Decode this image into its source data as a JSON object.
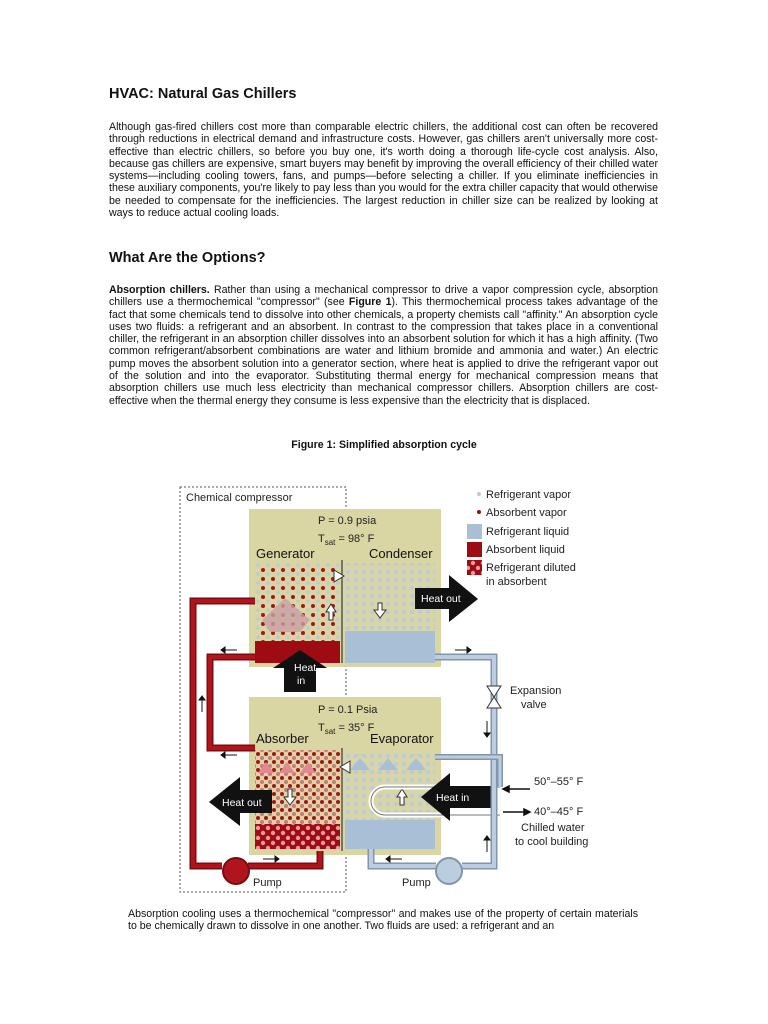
{
  "article": {
    "title": "HVAC: Natural Gas Chillers",
    "intro": "Although gas-fired chillers cost more than comparable electric chillers, the additional cost can often be recovered through reductions in electrical demand and infrastructure costs. However, gas chillers aren't universally more cost-effective than electric chillers, so before you buy one, it's worth doing a thorough life-cycle cost analysis. Also, because gas chillers are expensive, smart buyers may benefit by improving the overall efficiency of their chilled water systems—including cooling towers, fans, and pumps—before selecting a chiller. If you eliminate inefficiencies in these auxiliary components, you're likely to pay less than you would for the extra chiller capacity that would otherwise be needed to compensate for the inefficiencies. The largest reduction in chiller size can be realized by looking at ways to reduce actual cooling loads.",
    "section_heading": "What Are the Options?",
    "absorption": {
      "lead": "Absorption chillers.",
      "text_a": " Rather than using a mechanical compressor to drive a vapor compression cycle, absorption chillers use a thermochemical \"compressor\" (see ",
      "fig_ref": "Figure 1",
      "text_b": "). This thermochemical process takes advantage of the fact that some chemicals tend to dissolve into other chemicals, a property chemists call \"affinity.\" An absorption cycle uses two fluids: a refrigerant and an absorbent. In contrast to the compression that takes place in a conventional chiller, the refrigerant in an absorption chiller dissolves into an absorbent solution for which it has a high affinity. (Two common refrigerant/absorbent combinations are water and lithium bromide and ammonia and water.) An electric pump moves the absorbent solution into a generator section, where heat is applied to drive the refrigerant vapor out of the solution and into the evaporator. Substituting thermal energy for mechanical compression means that absorption chillers use much less electricity than mechanical compressor chillers. Absorption chillers are cost-effective when the thermal energy they consume is less expensive than the electricity that is displaced."
    },
    "figure_title": "Figure 1: Simplified absorption cycle",
    "caption": "Absorption cooling uses a thermochemical \"compressor\" and makes use of the property of certain materials to be chemically drawn to dissolve in one another. Two fluids are used: a refrigerant and an"
  },
  "diagram": {
    "chemical_compressor": "Chemical compressor",
    "upper_pressure": "P = 0.9 psia",
    "upper_tsat_prefix": "T",
    "upper_tsat_sub": "sat",
    "upper_tsat_value": " = 98° F",
    "generator": "Generator",
    "condenser": "Condenser",
    "lower_pressure": "P = 0.1 Psia",
    "lower_tsat_prefix": "T",
    "lower_tsat_sub": "sat",
    "lower_tsat_value": " = 35° F",
    "absorber": "Absorber",
    "evaporator": "Evaporator",
    "heat_out_top": "Heat out",
    "heat_in_mid_1": "Heat",
    "heat_in_mid_2": "in",
    "heat_out_left": "Heat out",
    "heat_in_right": "Heat in",
    "expansion_1": "Expansion",
    "expansion_2": "valve",
    "temp_supply": "50°–55° F",
    "temp_return": "40°–45° F",
    "chilled_1": "Chilled water",
    "chilled_2": "to cool building",
    "pump_left": "Pump",
    "pump_right": "Pump",
    "legend": {
      "refrigerant_vapor": "Refrigerant vapor",
      "absorbent_vapor": "Absorbent vapor",
      "refrigerant_liquid": "Refrigerant liquid",
      "absorbent_liquid": "Absorbent liquid",
      "diluted_1": "Refrigerant diluted",
      "diluted_2": "in absorbent"
    },
    "colors": {
      "box": "#d9d6a4",
      "absorbent": "#9e0b12",
      "refrigerant_liquid": "#a9bfd6",
      "refrigerant_vapor": "#b9cbe0",
      "arrow": "#111111"
    }
  }
}
